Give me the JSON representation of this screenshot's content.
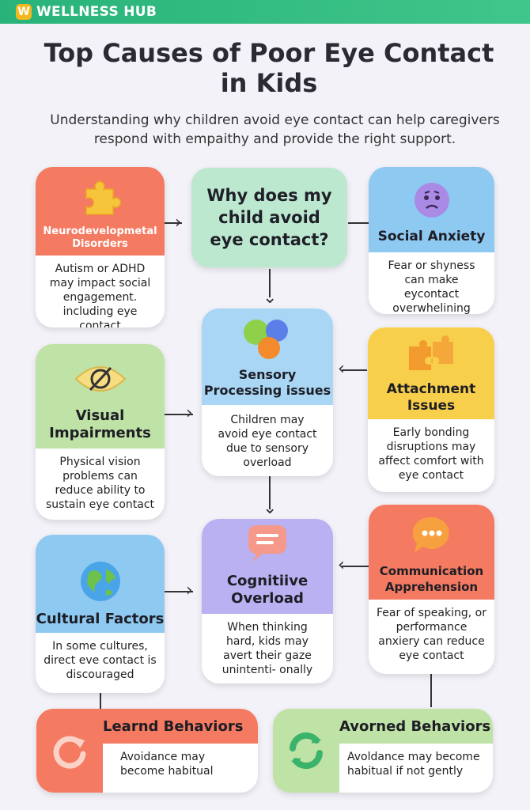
{
  "brand": {
    "logo_letter": "W",
    "name": "WELLNESS HUB"
  },
  "title": "Top Causes of Poor Eye Contact in Kids",
  "subtitle": "Understanding why children avoid eye contact can help caregivers respond with empaithy and provide the right support.",
  "center_question": "Why does my child avoid eye contact?",
  "cards": {
    "neuro": {
      "title": "Neurodevelopmetal Disorders",
      "body": "Autism or ADHD may impact social engagement. including eye contact",
      "color": "#f47a62"
    },
    "social": {
      "title": "Social Anxiety",
      "body": "Fear or shyness can make eycontact overwhelining",
      "color": "#8ec9f2"
    },
    "sensory": {
      "title": "Sensory Processing issues",
      "body": "Children may avoid eye contact due to sensory overload",
      "color": "#a9d6f5"
    },
    "attachment": {
      "title": "Attachment Issues",
      "body": "Early bonding disruptions may affect comfort with eye contact",
      "color": "#f8cf4a"
    },
    "visual": {
      "title": "Visual Impairments",
      "body": "Physical vision problems can reduce ability to sustain eye contact",
      "color": "#bfe2a6"
    },
    "cultural": {
      "title": "Cultural Factors",
      "body": "In some cultures, direct eve contact is discouraged",
      "color": "#8ec9f2"
    },
    "cognitive": {
      "title": "Cognitiive Overload",
      "body": "When thinking hard, kids may avert their gaze unintenti- onally",
      "color": "#b9b1f2"
    },
    "communication": {
      "title": "Communication Apprehension",
      "body": "Fear of speaking, or performance anxiery can reduce eye contact",
      "color": "#f47a62"
    },
    "learned": {
      "title": "Learnd Behaviors",
      "body": "Avoidance may become habitual",
      "color": "#f47a62"
    },
    "avorned": {
      "title": "Avorned Behaviors",
      "body": "Avoldance may become habitual if not gently",
      "color": "#bfe2a6"
    }
  }
}
